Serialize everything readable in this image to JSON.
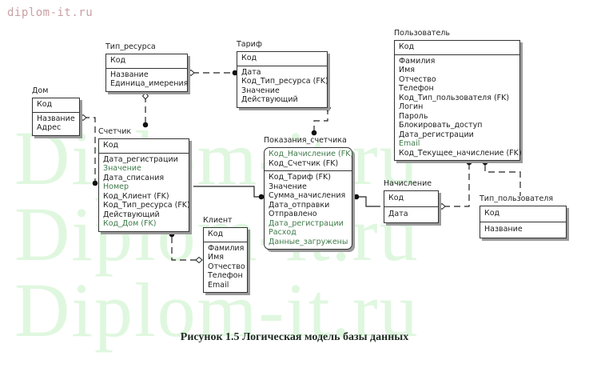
{
  "watermark": {
    "header": "diplom-it.ru",
    "big_lines": [
      "Diplom-it.ru",
      "Diplom-it.ru",
      "Diplom-it.ru"
    ]
  },
  "caption": "Рисунок 1.5 Логическая модель базы данных",
  "entities": {
    "dom": {
      "title": "Дом",
      "keys": [
        "Код"
      ],
      "attrs": [
        "Название",
        "Адрес"
      ]
    },
    "tip_resursa": {
      "title": "Тип_ресурса",
      "keys": [
        "Код"
      ],
      "attrs": [
        "Название",
        "Единица_имерения"
      ]
    },
    "tarif": {
      "title": "Тариф",
      "keys": [
        "Код"
      ],
      "attrs": [
        "Дата",
        "Код_Тип_ресурса (FK)",
        "Значение",
        "Действующий"
      ]
    },
    "polzovatel": {
      "title": "Пользователь",
      "keys": [
        "Код"
      ],
      "attrs": [
        "Фамилия",
        "Имя",
        "Отчество",
        "Телефон",
        "Код_Тип_пользователя (FK)",
        "Логин",
        "Пароль",
        "Блокировать_доступ",
        "Дата_регистрации",
        "Email",
        "Код_Текущее_начисление (FK)"
      ]
    },
    "schetchik": {
      "title": "Счетчик",
      "keys": [
        "Код"
      ],
      "attrs": [
        "Дата_регистрации",
        "Значение",
        "Дата_списания",
        "Номер",
        "Код_Клиент (FK)",
        "Код_Тип_ресурса (FK)",
        "Действующий",
        "Код_Дом (FK)"
      ]
    },
    "pokazaniya": {
      "title": "Показания_счетчика",
      "keys": [
        "Код_Начисление (FK)",
        "Код_Счетчик (FK)"
      ],
      "attrs": [
        "Код_Тариф (FK)",
        "Значение",
        "Сумма_начисления",
        "Дата_отправки",
        "Отправлено",
        "Дата_регистрации",
        "Расход",
        "Данные_загружены"
      ]
    },
    "nachislenie": {
      "title": "Начисление",
      "keys": [
        "Код"
      ],
      "attrs": [
        "Дата"
      ]
    },
    "tip_polzovatelya": {
      "title": "Тип_пользователя",
      "keys": [
        "Код"
      ],
      "attrs": [
        "Название"
      ]
    },
    "klient": {
      "title": "Клиент",
      "keys": [
        "Код"
      ],
      "attrs": [
        "Фамилия",
        "Имя",
        "Отчество",
        "Телефон",
        "Email"
      ]
    }
  },
  "relationships": [
    {
      "parent": "Тип_ресурса",
      "child": "Тариф",
      "identifying": false
    },
    {
      "parent": "Тип_ресурса",
      "child": "Счетчик",
      "identifying": false
    },
    {
      "parent": "Дом",
      "child": "Счетчик",
      "identifying": false
    },
    {
      "parent": "Тариф",
      "child": "Показания_счетчика",
      "identifying": false
    },
    {
      "parent": "Счетчик",
      "child": "Показания_счетчика",
      "identifying": true
    },
    {
      "parent": "Начисление",
      "child": "Показания_счетчика",
      "identifying": true
    },
    {
      "parent": "Начисление",
      "child": "Пользователь",
      "identifying": false
    },
    {
      "parent": "Тип_пользователя",
      "child": "Пользователь",
      "identifying": false
    },
    {
      "parent": "Клиент",
      "child": "Счетчик",
      "identifying": false
    }
  ]
}
